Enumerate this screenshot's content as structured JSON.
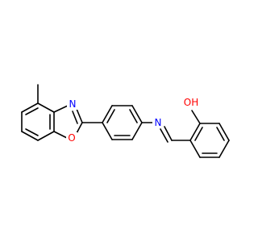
{
  "structure": {
    "colors": {
      "bond": "#000000",
      "nitrogen": "#0000ff",
      "oxygen": "#ff0000",
      "background": "#ffffff"
    },
    "atoms": {
      "benzoxazole_n": {
        "symbol": "N",
        "color": "#0000ff"
      },
      "benzoxazole_o": {
        "symbol": "O",
        "color": "#ff0000"
      },
      "imine_n": {
        "symbol": "N",
        "color": "#0000ff"
      },
      "phenol_oh": {
        "symbol": "OH",
        "color": "#ff0000"
      }
    }
  }
}
